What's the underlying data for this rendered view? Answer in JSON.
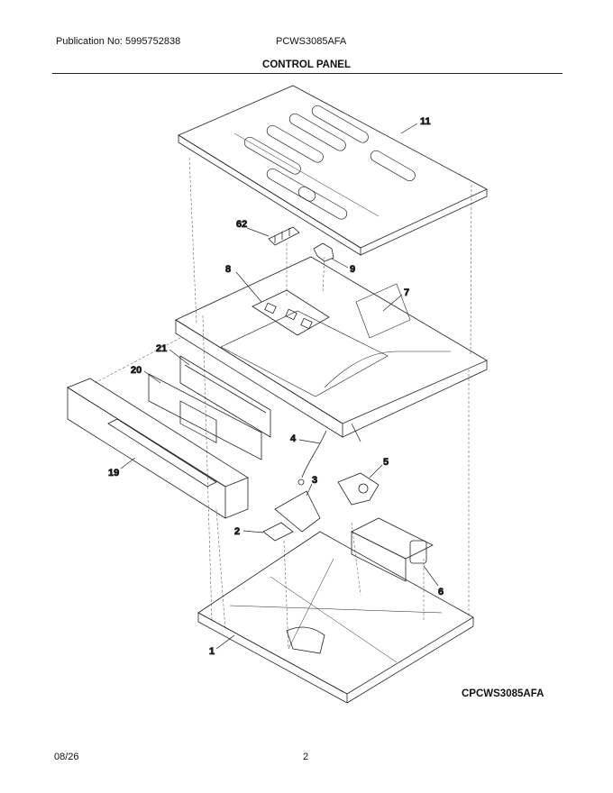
{
  "header": {
    "publication": "Publication No: 5995752838",
    "model": "PCWS3085AFA",
    "section_title": "CONTROL PANEL"
  },
  "callouts": {
    "c11": "11",
    "c62": "62",
    "c9": "9",
    "c8": "8",
    "c7": "7",
    "c21": "21",
    "c20": "20",
    "c19": "19",
    "c4": "4",
    "c5": "5",
    "c3": "3",
    "c2": "2",
    "c6": "6",
    "c1": "1"
  },
  "diagram_code": "CPCWS3085AFA",
  "footer": {
    "date": "08/26",
    "page": "2"
  }
}
